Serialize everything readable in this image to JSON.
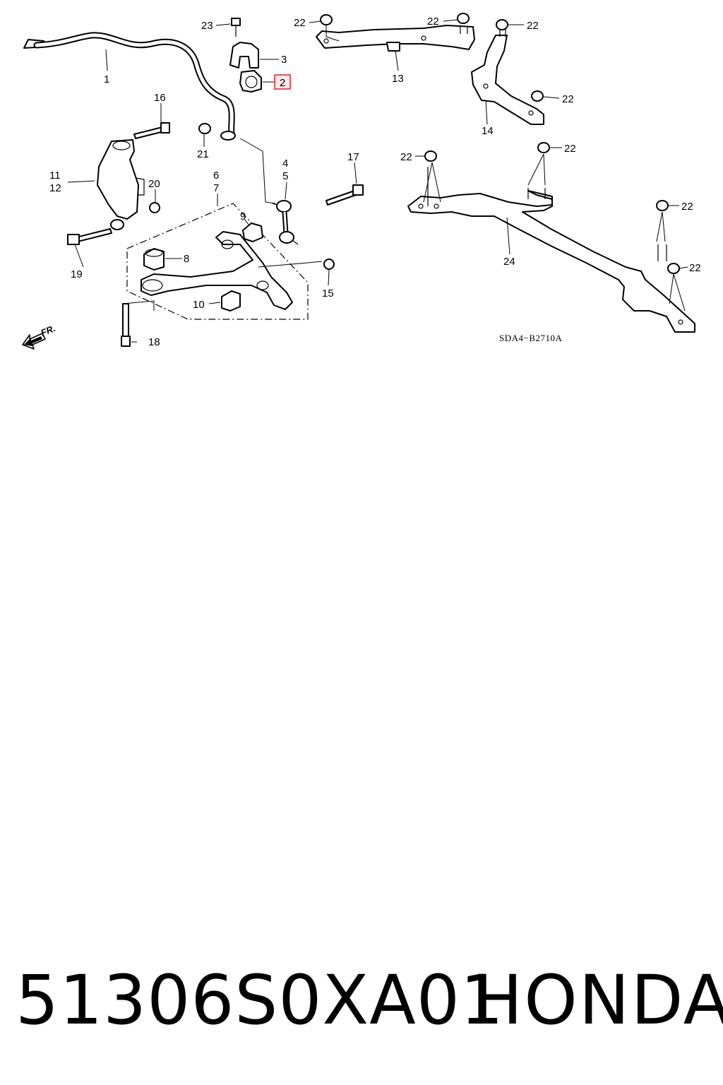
{
  "callouts": {
    "c1": "1",
    "c2": "2",
    "c3": "3",
    "c4": "4",
    "c5": "5",
    "c6": "6",
    "c7": "7",
    "c8": "8",
    "c9": "9",
    "c10": "10",
    "c11": "11",
    "c12": "12",
    "c13": "13",
    "c14": "14",
    "c15": "15",
    "c16": "16",
    "c17": "17",
    "c18": "18",
    "c19": "19",
    "c20": "20",
    "c21": "21",
    "c22": "22",
    "c23": "23",
    "c24": "24"
  },
  "highlighted_callout": "2",
  "highlight_color": "#e0303a",
  "direction_label": "FR.",
  "diagram_code": "SDA4−B2710A",
  "footer": {
    "part_number": "51306S0XA01",
    "brand": "HONDA"
  }
}
